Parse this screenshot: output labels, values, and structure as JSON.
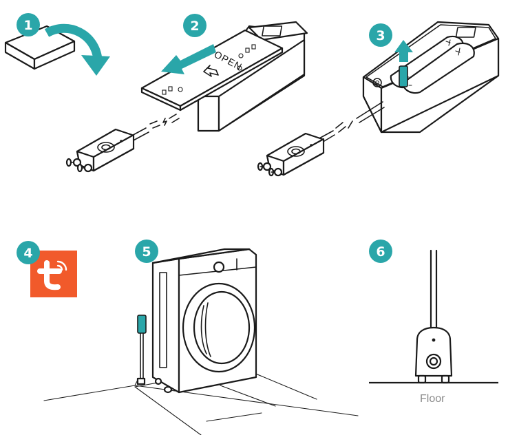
{
  "colors": {
    "teal": "#2aa6a9",
    "tuya_orange": "#f15a2b",
    "stroke": "#1a1a1a",
    "floor_label": "#8a8a8a"
  },
  "steps": [
    {
      "number": "1",
      "icon": "remove-sticker-icon"
    },
    {
      "number": "2",
      "icon": "slide-cover-open-icon"
    },
    {
      "number": "3",
      "icon": "remove-battery-tab-icon"
    },
    {
      "number": "4",
      "icon": "tuya-app-icon"
    },
    {
      "number": "5",
      "icon": "washing-machine-icon"
    },
    {
      "number": "6",
      "icon": "probe-on-floor-icon"
    }
  ],
  "labels": {
    "open": "OPEN",
    "floor": "Floor"
  }
}
